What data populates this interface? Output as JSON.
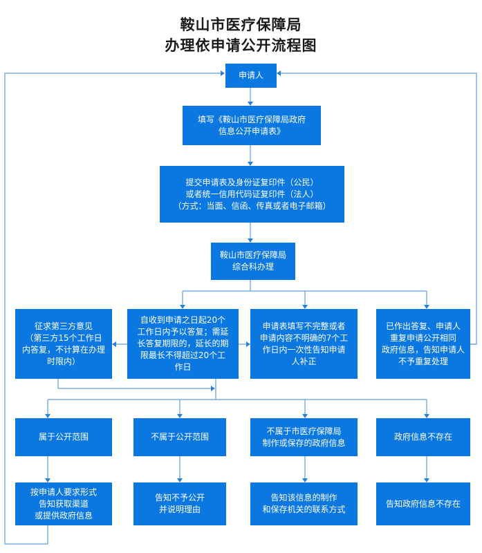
{
  "title": {
    "line1": "鞍山市医疗保障局",
    "line2": "办理依申请公开流程图"
  },
  "boxes": {
    "applicant": "申请人",
    "fill_form": "填写《鞍山市医疗保障局政府\n信息公开申请表》",
    "submit": "提交申请表及身份证复印件（公民）\n或者统一信用代码证复印件（法人）\n（方式：当面、信函、传真或者电子邮箱）",
    "office": "鞍山市医疗保障局\n综合科办理",
    "third_party": "征求第三方意见\n（第三方15个工作日\n内答复，不计算在办理\n时限内）",
    "reply_time": "自收到申请之日起20个\n工作日内予以答复；需延\n长答复期限的，延长的期\n限最长不得超过20个工\n作日",
    "incomplete": "申请表填写不完整或者\n申请内容不明确的7个工\n作日内一次性告知申请\n人补正",
    "repeat": "已作出答复、申请人\n重复申请公开相同\n政府信息，告知申请人\n不予重复处理",
    "public_scope": "属于公开范围",
    "not_public": "不属于公开范围",
    "not_ours": "不属于市医疗保障局\n制作或保存的政府信息",
    "not_exist": "政府信息不存在",
    "provide_info": "按申请人要求形式\n告知获取渠道\n或提供政府信息",
    "refuse_reason": "告知不予公开\n并说明理由",
    "tell_contact": "告知该信息的制作\n和保存机关的联系方式",
    "tell_not_exist": "告知政府信息不存在"
  },
  "colors": {
    "box_fill": "#0a78e0",
    "connector": "#5c9de0",
    "arrow": "#2a7fd9",
    "title_text": "#1a1a1a"
  }
}
